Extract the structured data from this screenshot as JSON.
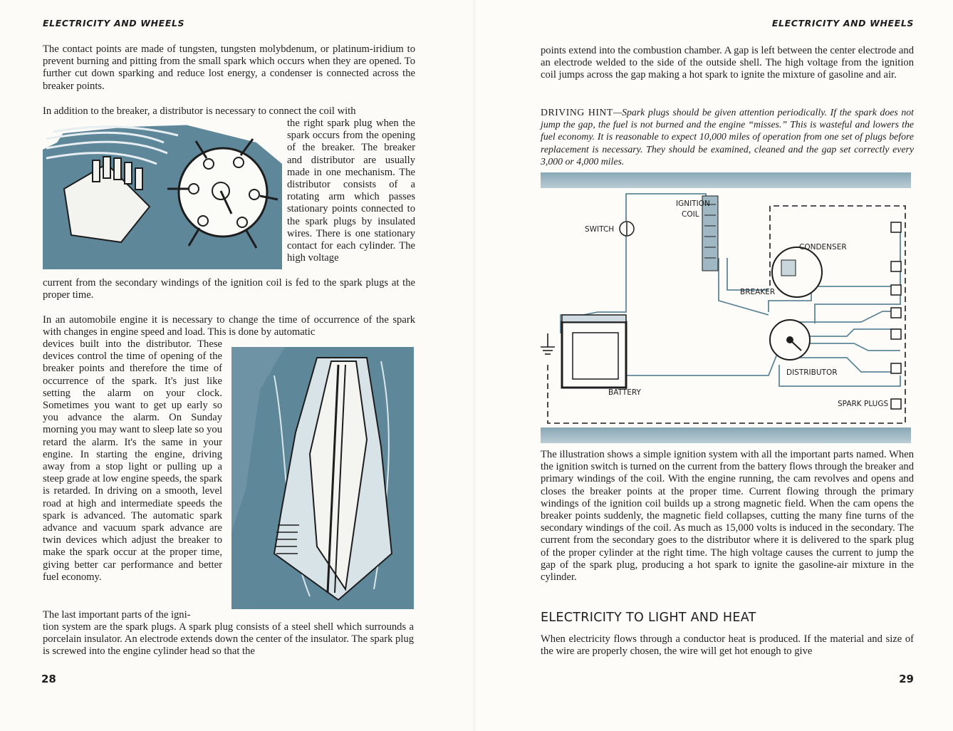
{
  "left_page": {
    "running_head": "ELECTRICITY AND WHEELS",
    "page_number": "28",
    "p1": "The contact points are made of tungsten, tungsten molybdenum, or platinum-iridium to prevent burning and pitting from the small spark which occurs when they are opened. To further cut down sparking and reduce lost energy, a condenser is connected across the breaker points.",
    "p2_full": "In addition to the breaker, a distributor is necessary to connect the coil with",
    "p2_wrap": "the right spark plug when the spark occurs from the opening of the breaker. The breaker and distributor are usually made in one mechanism. The distributor consists of a rotating arm which passes stationary points connected to the spark plugs by insulated wires. There is one stationary contact for each cylinder. The high voltage",
    "p2_tail": "current from the secondary windings of the ignition coil is fed to the spark plugs at the proper time.",
    "p3_full": "In an automobile engine it is necessary to change the time of occurrence of the spark with changes in engine speed and load. This is done by automatic",
    "p3_wrap": "devices built into the distributor. These devices control the time of opening of the breaker points and therefore the time of occurrence of the spark. It's just like setting the alarm on your clock. Sometimes you want to get up early so you advance the alarm. On Sunday morning you may want to sleep late so you retard the alarm. It's the same in your engine. In starting the engine, driving away from a stop light or pulling up a steep grade at low engine speeds, the spark is retarded. In driving on a smooth, level road at high and intermediate speeds the spark is advanced. The automatic spark advance and vacuum spark advance are twin devices which adjust the breaker to make the spark occur at the proper time, giving better car performance and better fuel economy.",
    "p4_wrap": "The last important parts of the igni-",
    "p4_full": "tion system are the spark plugs. A spark plug consists of a steel shell which surrounds a porcelain insulator. An electrode extends down the center of the insulator. The spark plug is screwed into the engine cylinder head so that the"
  },
  "right_page": {
    "running_head": "ELECTRICITY AND WHEELS",
    "page_number": "29",
    "p1": "points extend into the combustion chamber. A gap is left between the center electrode and an electrode welded to the side of the outside shell. The high voltage from the ignition coil jumps across the gap making a hot spark to ignite the mixture of gasoline and air.",
    "hint_lead": "DRIVING HINT",
    "hint_text": "—Spark plugs should be given attention periodically. If the spark does not jump the gap, the fuel is not burned and the engine “misses.” This is wasteful and lowers the fuel economy. It is reasonable to expect 10,000 miles of operation from one set of plugs before replacement is necessary. They should be examined, cleaned and the gap set correctly every 3,000 or 4,000 miles.",
    "diagram_labels": {
      "ignition_coil_1": "IGNITION",
      "ignition_coil_2": "COIL",
      "switch": "SWITCH",
      "condenser": "CONDENSER",
      "breaker": "BREAKER",
      "distributor": "DISTRIBUTOR",
      "battery": "BATTERY",
      "spark_plugs": "SPARK PLUGS"
    },
    "p2": "The illustration shows a simple ignition system with all the important parts named. When the ignition switch is turned on the current from the battery flows through the breaker and primary windings of the coil. With the engine running, the cam revolves and opens and closes the breaker points at the proper time. Current flowing through the primary windings of the ignition coil builds up a strong magnetic field. When the cam opens the breaker points suddenly, the magnetic field collapses, cutting the many fine turns of the secondary windings of the coil. As much as 15,000 volts is induced in the secondary. The current from the secondary goes to the distributor where it is delivered to the spark plug of the proper cylinder at the right time. The high voltage causes the current to jump the gap of the spark plug, producing a hot spark to ignite the gasoline-air mixture in the cylinder.",
    "heading": "ELECTRICITY TO LIGHT AND HEAT",
    "p3": "When electricity flows through a conductor heat is produced. If the material and size of the wire are properly chosen, the wire will get hot enough to give"
  },
  "colors": {
    "illustration_blue": "#5f879a",
    "ink": "#1d1d1d"
  }
}
